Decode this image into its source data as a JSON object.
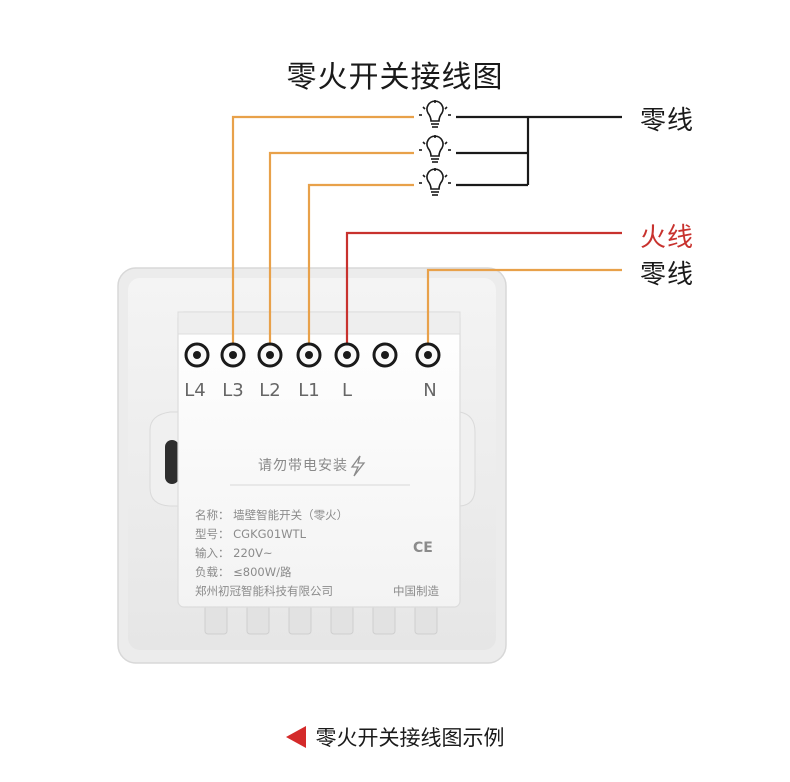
{
  "diagram": {
    "title": "零火开关接线图",
    "labels": {
      "neutral_top": "零线",
      "live": "火线",
      "neutral_bottom": "零线"
    },
    "terminals": [
      "L4",
      "L3",
      "L2",
      "L1",
      "L",
      "N"
    ],
    "panel": {
      "warning": "请勿带电安装",
      "name": "名称： 墙壁智能开关（零火）",
      "model": "型号： CGKG01WTL",
      "input": "输入： 220V~",
      "load": "负载： ≤800W/路",
      "maker": "郑州初冠智能科技有限公司",
      "origin": "中国制造",
      "ce": "CE"
    },
    "caption": "零火开关接线图示例"
  },
  "colors": {
    "orange_wire": "#e8a14a",
    "red_wire": "#c8322e",
    "black_wire": "#1a1a1a",
    "live_label": "#c8322e",
    "caption_arrow": "#d42a2a"
  }
}
